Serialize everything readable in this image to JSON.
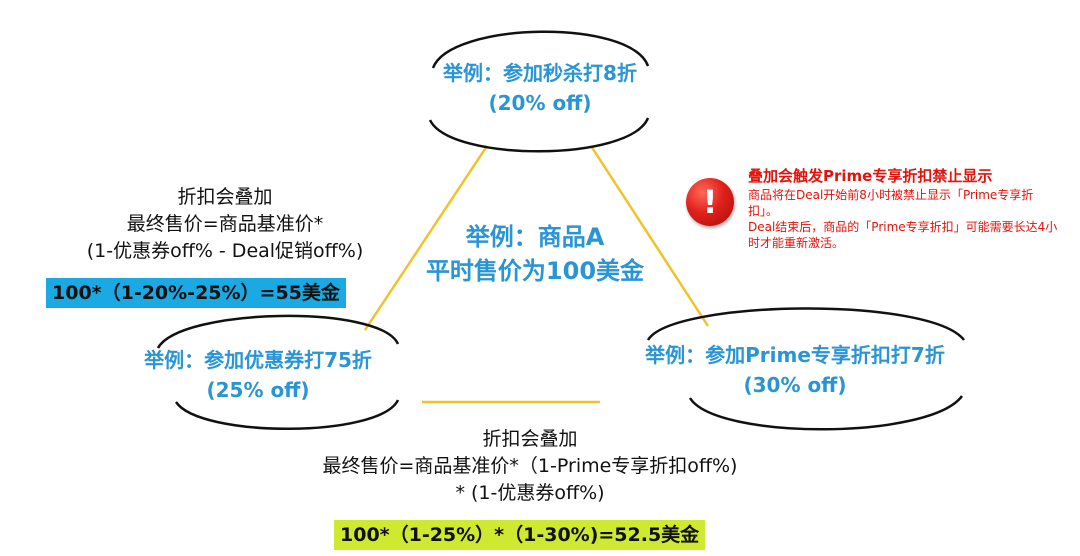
{
  "center": {
    "line1": "举例：商品A",
    "line2": "平时售价为100美金"
  },
  "nodes": {
    "top": {
      "line1": "举例：参加秒杀打8折",
      "line2": "(20% off)"
    },
    "left": {
      "line1": "举例：参加优惠券打75折",
      "line2": "(25% off)"
    },
    "right": {
      "line1": "举例：参加Prime专享折扣打7折",
      "line2": "(30% off)"
    }
  },
  "left_formula": {
    "line1": "折扣会叠加",
    "line2": "最终售价=商品基准价*",
    "line3": "(1-优惠券off% - Deal促销off%)",
    "result": "100*（1-20%-25%）=55美金"
  },
  "bottom_formula": {
    "line1": "折扣会叠加",
    "line2": "最终售价=商品基准价*（1-Prime专享折扣off%)",
    "line3": "* (1-优惠券off%)",
    "result": "100*（1-25%）*（1-30%)=52.5美金"
  },
  "warning": {
    "icon": "exclamation-icon",
    "title": "叠加会触发Prime专享折扣禁止显示",
    "line1": "商品将在Deal开始前8小时被禁止显示「Prime专享折扣」。",
    "line2": "Deal结束后，商品的「Prime专享折扣」可能需要长达4小时才能重新激活。"
  },
  "colors": {
    "label_blue": "#2a95d4",
    "connector_yellow": "#f2c22e",
    "warning_red": "#e3120b",
    "result_blue_bg": "#1aa9e2",
    "result_green_bg": "#cfe830"
  }
}
